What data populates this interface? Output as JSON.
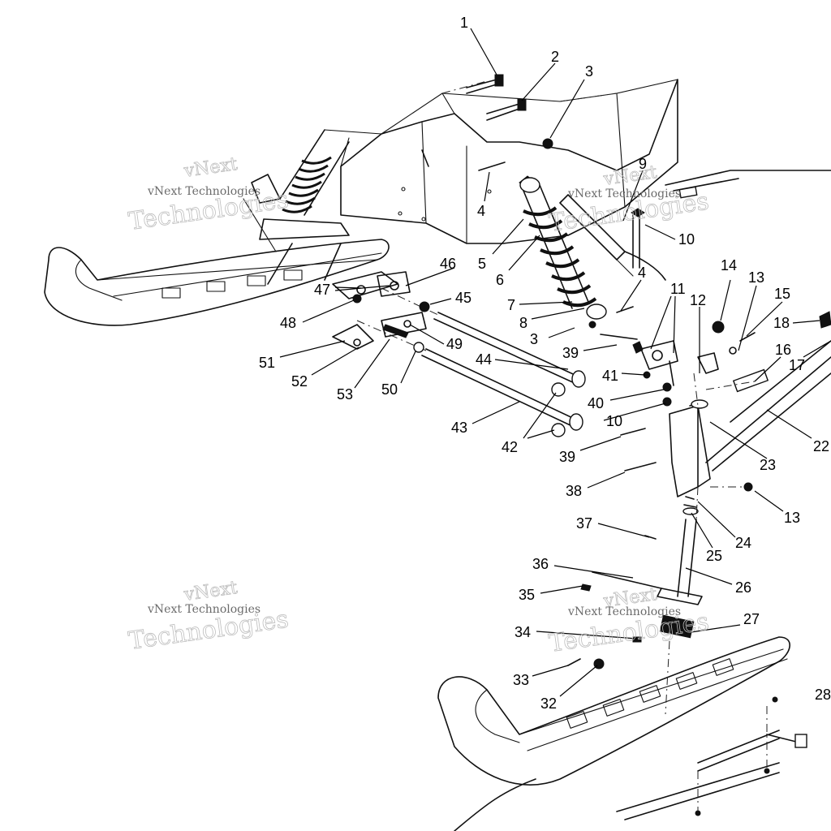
{
  "diagram": {
    "callouts": [
      {
        "id": "c1",
        "text": "1"
      },
      {
        "id": "c2",
        "text": "2"
      },
      {
        "id": "c3a",
        "text": "3"
      },
      {
        "id": "c4a",
        "text": "4"
      },
      {
        "id": "c5",
        "text": "5"
      },
      {
        "id": "c6",
        "text": "6"
      },
      {
        "id": "c7",
        "text": "7"
      },
      {
        "id": "c8",
        "text": "8"
      },
      {
        "id": "c3b",
        "text": "3"
      },
      {
        "id": "c9",
        "text": "9"
      },
      {
        "id": "c10a",
        "text": "10"
      },
      {
        "id": "c4b",
        "text": "4"
      },
      {
        "id": "c11",
        "text": "11"
      },
      {
        "id": "c12",
        "text": "12"
      },
      {
        "id": "c14",
        "text": "14"
      },
      {
        "id": "c13a",
        "text": "13"
      },
      {
        "id": "c15",
        "text": "15"
      },
      {
        "id": "c18",
        "text": "18"
      },
      {
        "id": "c16",
        "text": "16"
      },
      {
        "id": "c17",
        "text": "17"
      },
      {
        "id": "c22",
        "text": "22"
      },
      {
        "id": "c23",
        "text": "23"
      },
      {
        "id": "c13b",
        "text": "13"
      },
      {
        "id": "c24",
        "text": "24"
      },
      {
        "id": "c25",
        "text": "25"
      },
      {
        "id": "c26",
        "text": "26"
      },
      {
        "id": "c27",
        "text": "27"
      },
      {
        "id": "c28",
        "text": "28"
      },
      {
        "id": "c46",
        "text": "46"
      },
      {
        "id": "c47",
        "text": "47"
      },
      {
        "id": "c45",
        "text": "45"
      },
      {
        "id": "c48",
        "text": "48"
      },
      {
        "id": "c49",
        "text": "49"
      },
      {
        "id": "c51",
        "text": "51"
      },
      {
        "id": "c44",
        "text": "44"
      },
      {
        "id": "c52",
        "text": "52"
      },
      {
        "id": "c53",
        "text": "53"
      },
      {
        "id": "c50",
        "text": "50"
      },
      {
        "id": "c39a",
        "text": "39"
      },
      {
        "id": "c41",
        "text": "41"
      },
      {
        "id": "c40",
        "text": "40"
      },
      {
        "id": "c10b",
        "text": "10"
      },
      {
        "id": "c43",
        "text": "43"
      },
      {
        "id": "c42",
        "text": "42"
      },
      {
        "id": "c39b",
        "text": "39"
      },
      {
        "id": "c38",
        "text": "38"
      },
      {
        "id": "c37",
        "text": "37"
      },
      {
        "id": "c36",
        "text": "36"
      },
      {
        "id": "c35",
        "text": "35"
      },
      {
        "id": "c34",
        "text": "34"
      },
      {
        "id": "c33",
        "text": "33"
      },
      {
        "id": "c32",
        "text": "32"
      }
    ]
  },
  "watermark": {
    "top": "vNext",
    "middle": "vNext Technologies",
    "bottom": "Technologies"
  },
  "colors": {
    "ink": "#111111",
    "background": "#ffffff",
    "watermark": "#bdbdbd"
  }
}
